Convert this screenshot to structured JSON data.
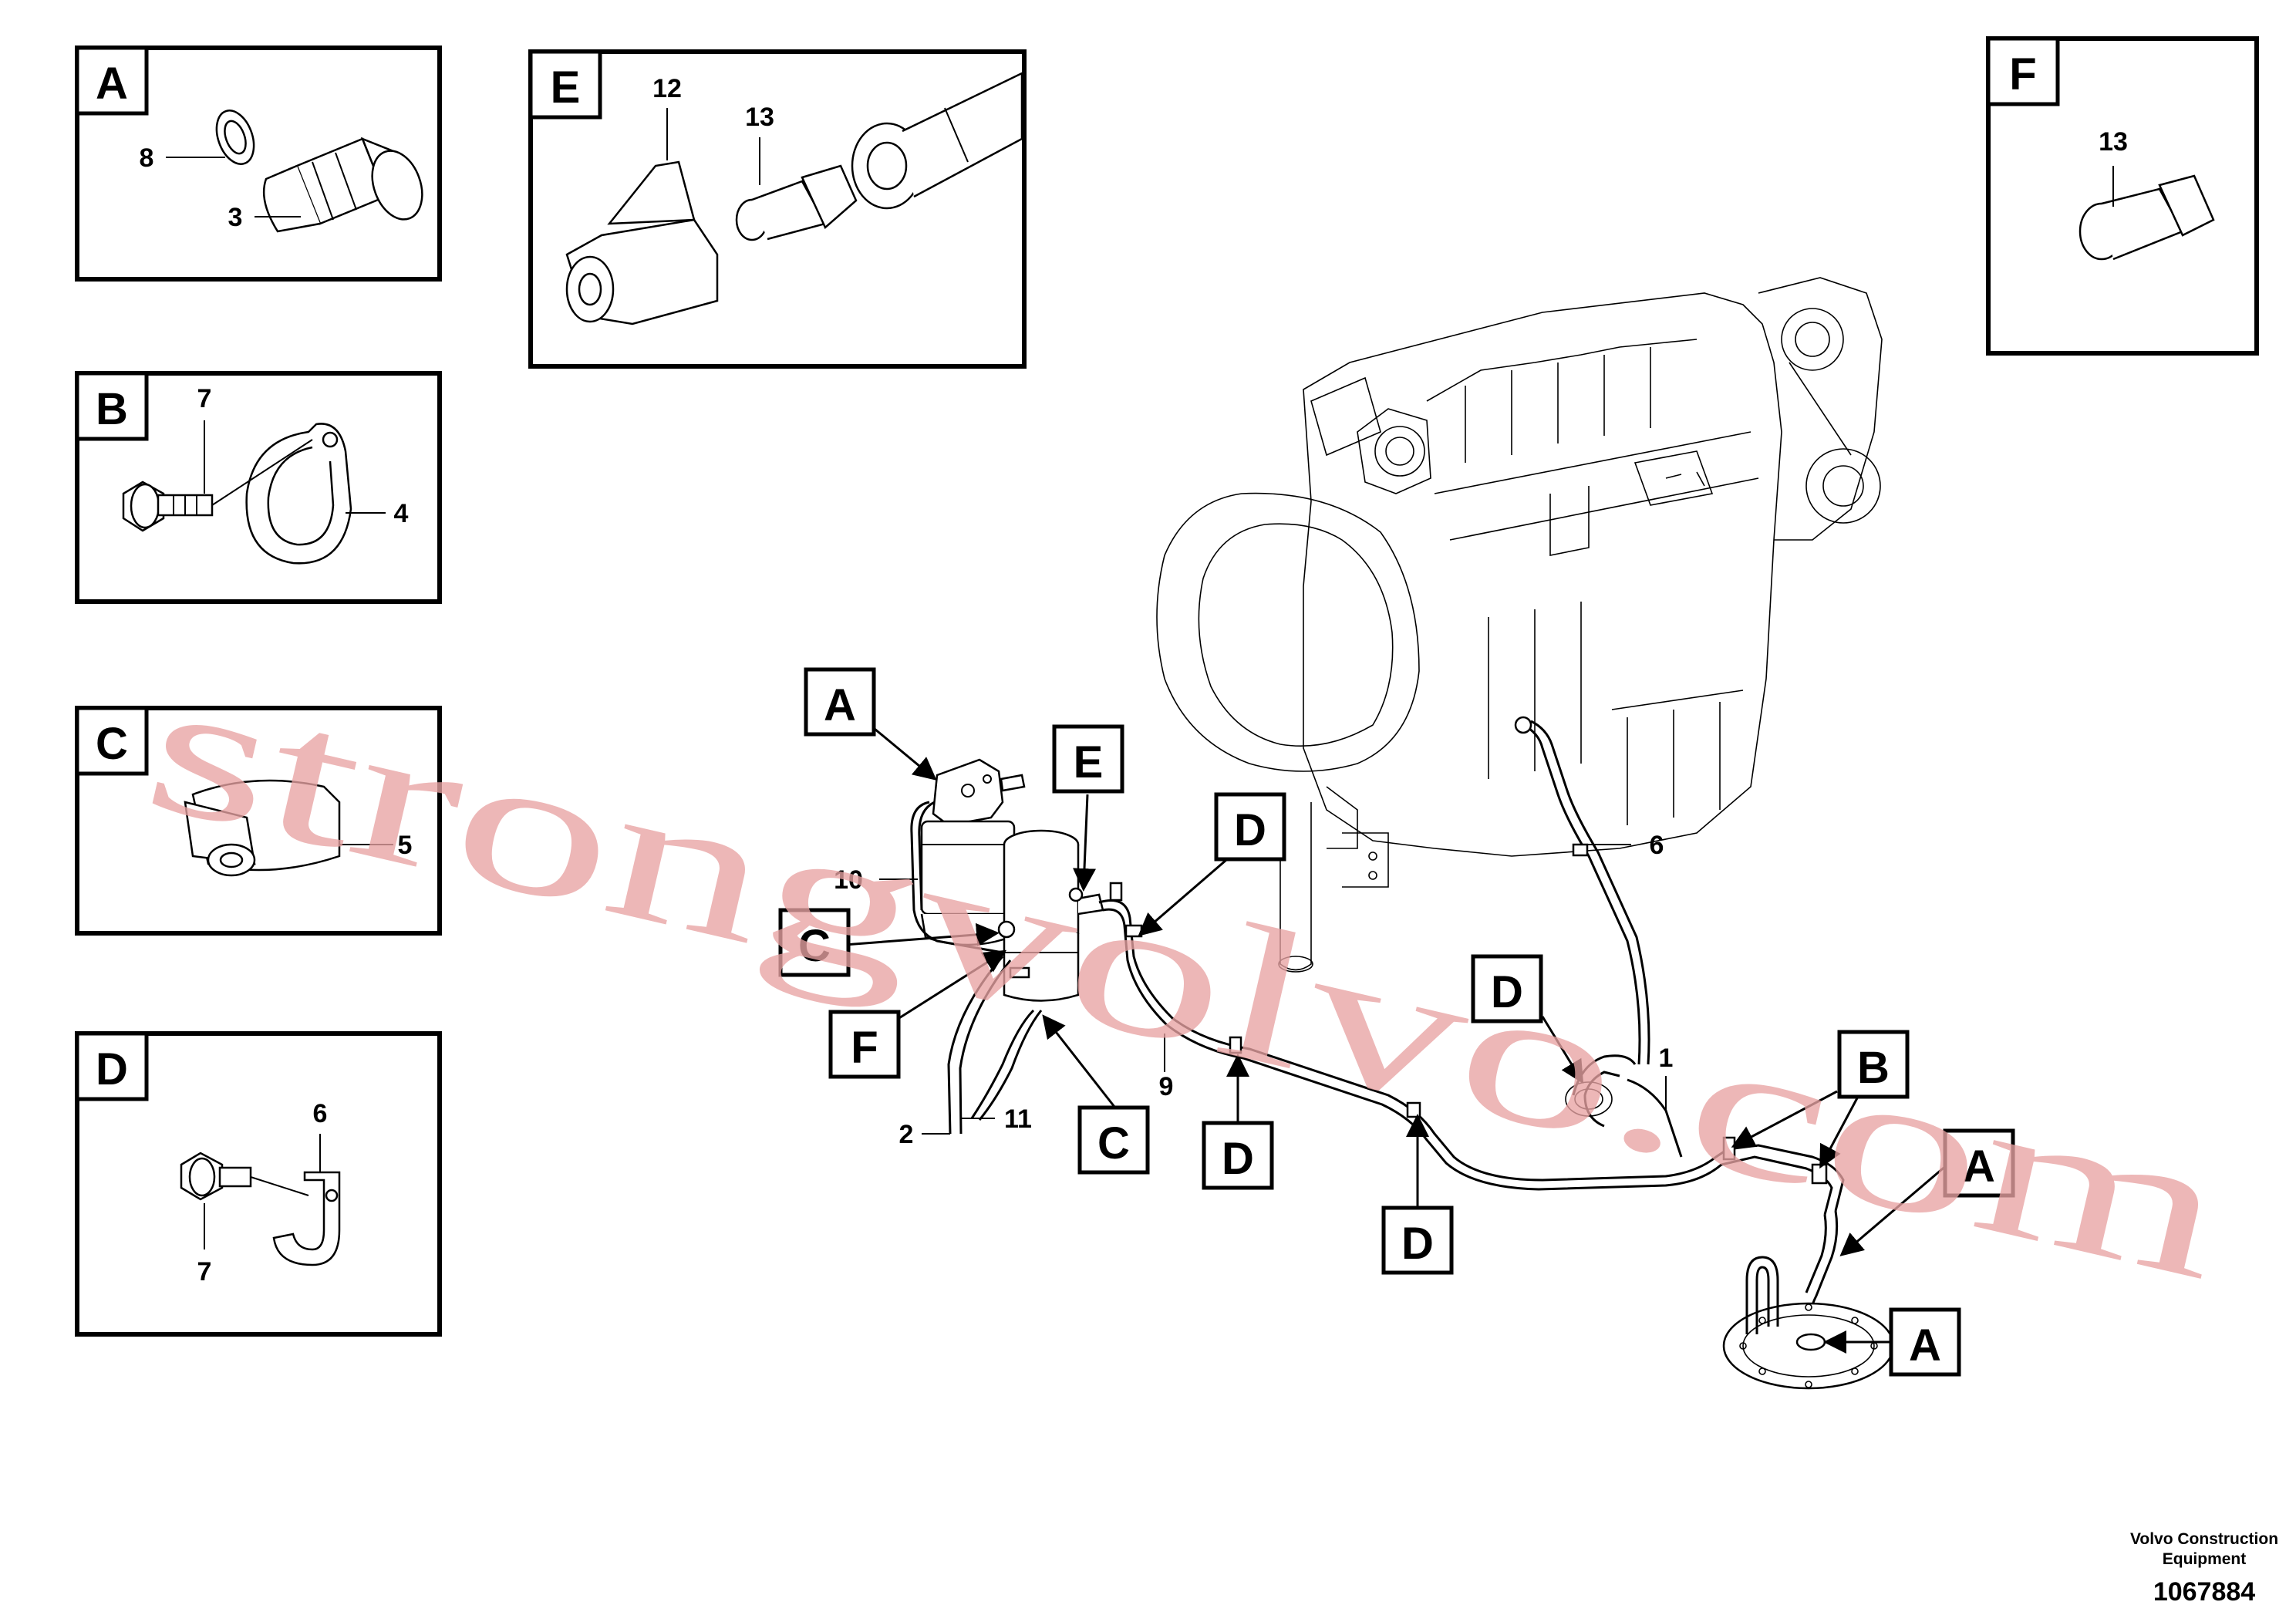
{
  "detail_views": {
    "A": {
      "letter": "A",
      "callouts": [
        "8",
        "3"
      ]
    },
    "B": {
      "letter": "B",
      "callouts": [
        "7",
        "4"
      ]
    },
    "C": {
      "letter": "C",
      "callouts": [
        "5"
      ]
    },
    "D": {
      "letter": "D",
      "callouts": [
        "6",
        "7"
      ]
    },
    "E": {
      "letter": "E",
      "callouts": [
        "12",
        "13"
      ]
    },
    "F": {
      "letter": "F",
      "callouts": [
        "13"
      ]
    }
  },
  "main_callouts": {
    "numbers": [
      "10",
      "11",
      "2",
      "9",
      "6",
      "1"
    ],
    "letters": [
      "A",
      "E",
      "C",
      "F",
      "D",
      "C",
      "D",
      "D",
      "D",
      "B",
      "A",
      "A"
    ]
  },
  "watermark": "strongvolvo.com",
  "footer": {
    "company_line1": "Volvo Construction",
    "company_line2": "Equipment",
    "drawing_number": "1067884"
  }
}
